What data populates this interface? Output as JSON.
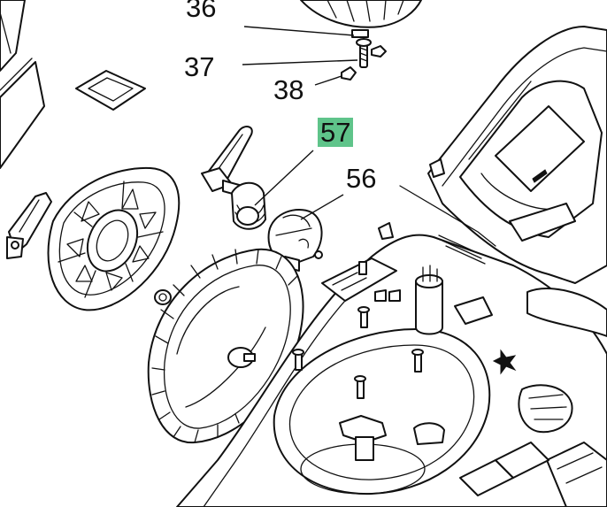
{
  "callouts": [
    {
      "id": "36",
      "label": "36",
      "highlighted": false
    },
    {
      "id": "37",
      "label": "37",
      "highlighted": false
    },
    {
      "id": "38",
      "label": "38",
      "highlighted": false
    },
    {
      "id": "57",
      "label": "57",
      "highlighted": true
    },
    {
      "id": "56",
      "label": "56",
      "highlighted": false
    }
  ],
  "colors": {
    "line": "#111111",
    "background": "#ffffff",
    "highlight": "#5fc48a"
  }
}
